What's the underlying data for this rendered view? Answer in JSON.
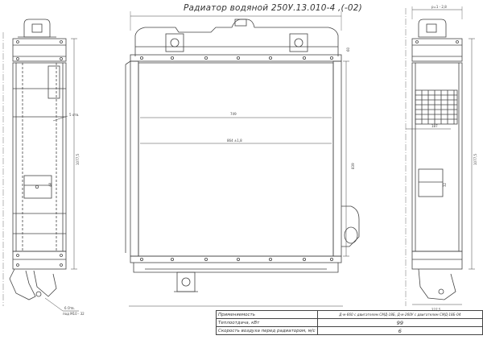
{
  "title": "Радиатор водяной 250У.13.010-4 ,(-02)",
  "dimensions": {
    "front_width": "749",
    "front_inner": "864 ±1,8",
    "front_height": "839",
    "left_height": "1077,5",
    "left_bottom": "6 Отв.",
    "left_bottom_sub": "под М10 - 32",
    "left_note": "5 отв.",
    "right_top": "р=1 - 2,8",
    "right_mid": "187",
    "right_height": "1077,5",
    "right_bottom": "227,5",
    "small_a": "60",
    "small_b": "48",
    "small_c": "32"
  },
  "table": {
    "row1_label": "Применяемость",
    "row1_value": "Д-м-660 с двигателем  СМД-18Б, Д-м-260У с двигателем  СМД-18Б-04",
    "row2_label": "Теплоотдача, кВт",
    "row2_value": "99",
    "row3_label": "Скорость воздуха перед радиатором, м/с",
    "row3_value": "6"
  }
}
